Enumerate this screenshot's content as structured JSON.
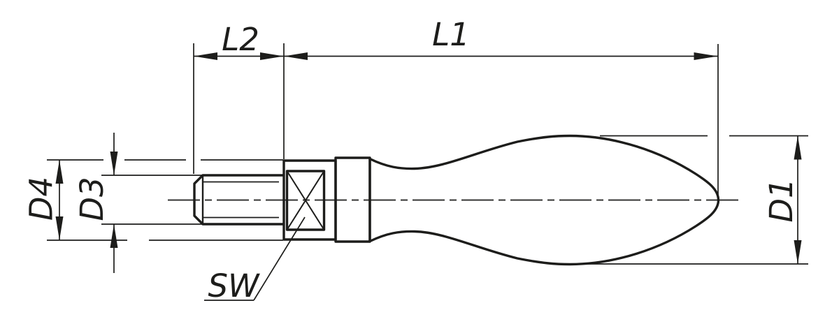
{
  "drawing": {
    "type": "technical-dimension-drawing",
    "subject": "revolving machine handle with threaded stud, side view",
    "labels": {
      "handle_length": "L1",
      "thread_length": "L2",
      "handle_diameter": "D1",
      "thread_diameter": "D3",
      "square_diameter": "D4",
      "wrench_size": "SW"
    }
  },
  "colors": {
    "ink": "#1d1d1b",
    "background": "#ffffff"
  }
}
